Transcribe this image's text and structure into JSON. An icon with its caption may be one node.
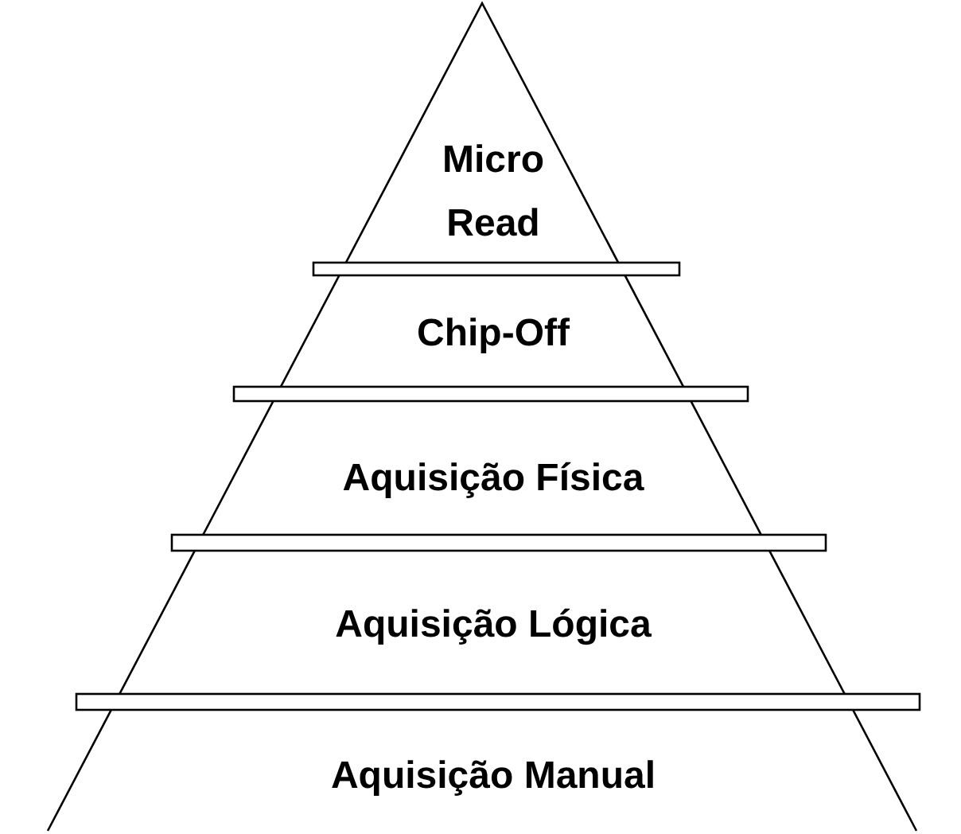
{
  "diagram": {
    "nodes": [
      {
        "text": [
          "Micro Read"
        ]
      },
      {
        "text": [
          "Chip-Off"
        ]
      },
      {
        "text": [
          "Aquisição Física"
        ]
      },
      {
        "text": [
          "Aquisição Lógica"
        ]
      },
      {
        "text": [
          "Aquisição Manual"
        ]
      }
    ]
  }
}
